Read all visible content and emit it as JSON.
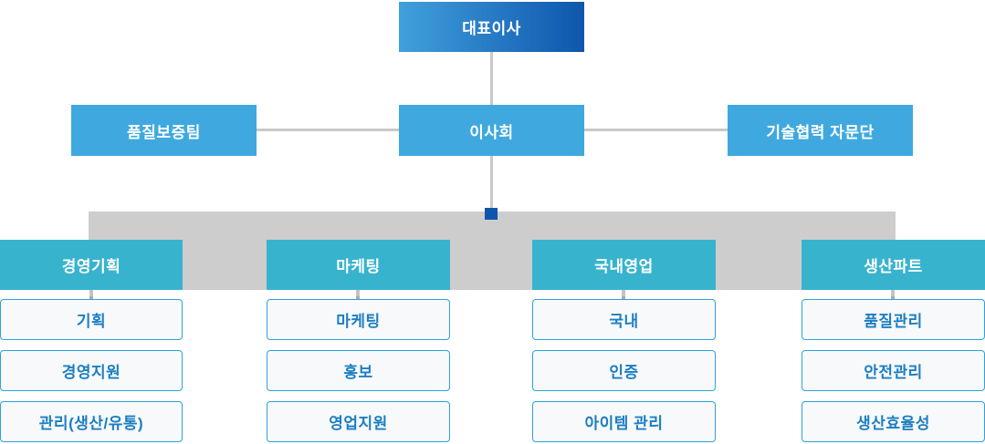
{
  "chart": {
    "title": "organization-chart",
    "level1": {
      "label": "대표이사"
    },
    "level2": [
      {
        "label": "품질보증팀"
      },
      {
        "label": "이사회"
      },
      {
        "label": "기술협력 자문단"
      }
    ],
    "departments": [
      {
        "label": "경영기획",
        "teams": [
          "기획",
          "경영지원",
          "관리(생산/유통)"
        ]
      },
      {
        "label": "마케팅",
        "teams": [
          "마케팅",
          "홍보",
          "영업지원"
        ]
      },
      {
        "label": "국내영업",
        "teams": [
          "국내",
          "인증",
          "아이템 관리"
        ]
      },
      {
        "label": "생산파트",
        "teams": [
          "품질관리",
          "안전관리",
          "생산효율성"
        ]
      }
    ],
    "colors": {
      "level1_gradient_start": "#41A0DC",
      "level1_gradient_end": "#0E56AD",
      "level2_fill": "#3FA9DF",
      "department_fill": "#38B3CE",
      "team_background": "#F8F9FA",
      "team_border": "#2AA3DB",
      "team_text": "#1B7EC2",
      "connector_gray": "#C9C9C9",
      "bus_bar_gray": "#CDCDCD",
      "junction_blue": "#0F55AC"
    }
  }
}
